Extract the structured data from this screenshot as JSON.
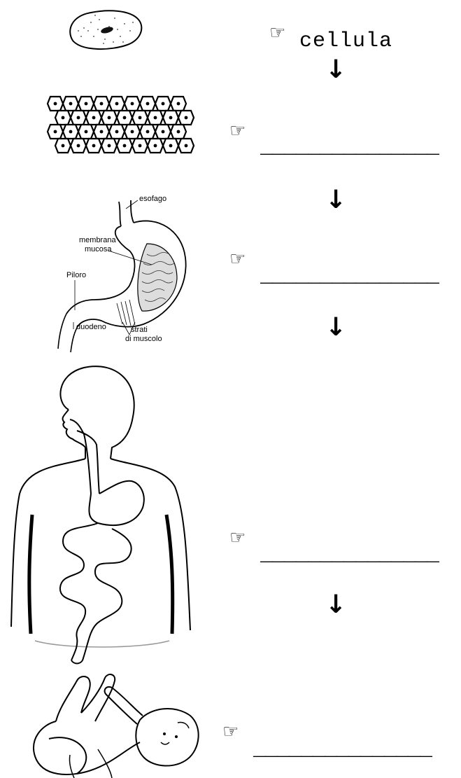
{
  "levels": [
    {
      "id": "cell",
      "answer": "cellula"
    },
    {
      "id": "tissue",
      "answer": "_______________"
    },
    {
      "id": "organ",
      "answer": "_______________"
    },
    {
      "id": "apparatus",
      "answer": "_______________"
    },
    {
      "id": "organism",
      "answer": "_______________"
    }
  ],
  "stomach_labels": {
    "esophagus": "esofago",
    "mucosa_line1": "membrana",
    "mucosa_line2": "mucosa",
    "pylorus": "Piloro",
    "duodenum": "duodeno",
    "muscle_line1": "strati",
    "muscle_line2": "di muscolo"
  },
  "glyphs": {
    "hand": "☞",
    "arrow": "↓"
  }
}
